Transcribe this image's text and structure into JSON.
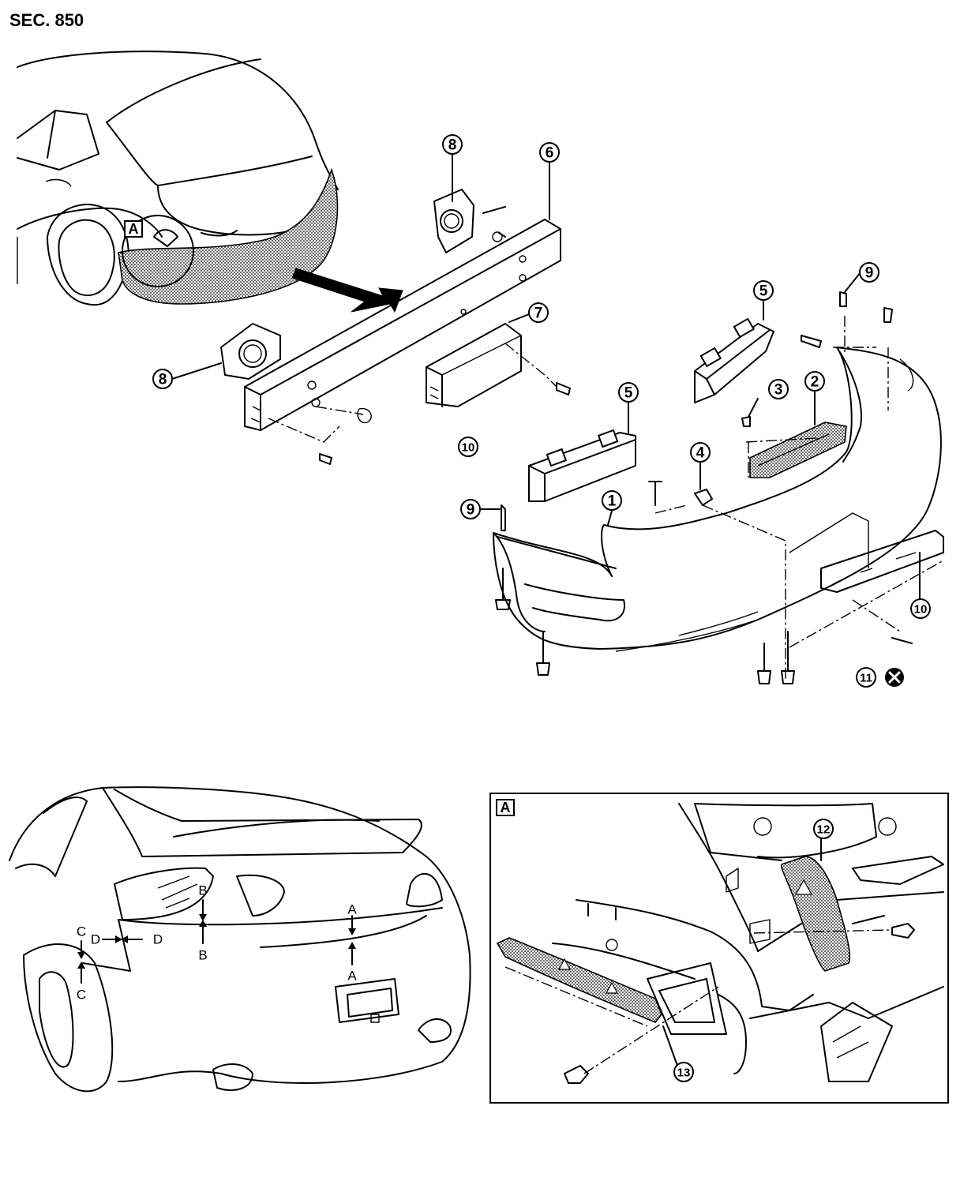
{
  "section_title": "SEC. 850",
  "callouts": {
    "p1": "1",
    "p2": "2",
    "p3": "3",
    "p4": "4",
    "p5a": "5",
    "p5b": "5",
    "p6": "6",
    "p7": "7",
    "p8a": "8",
    "p8b": "8",
    "p9a": "9",
    "p9b": "9",
    "p10a": "10",
    "p10b": "10",
    "p11": "11",
    "p12": "12",
    "p13": "13"
  },
  "detail_tag": "A",
  "detail_box_tag": "A",
  "gap_labels": {
    "a_top": "A",
    "a_bottom": "A",
    "b_top": "B",
    "b_bottom": "B",
    "c_top": "C",
    "c_bottom": "C",
    "d_left": "D",
    "d_right": "D"
  }
}
